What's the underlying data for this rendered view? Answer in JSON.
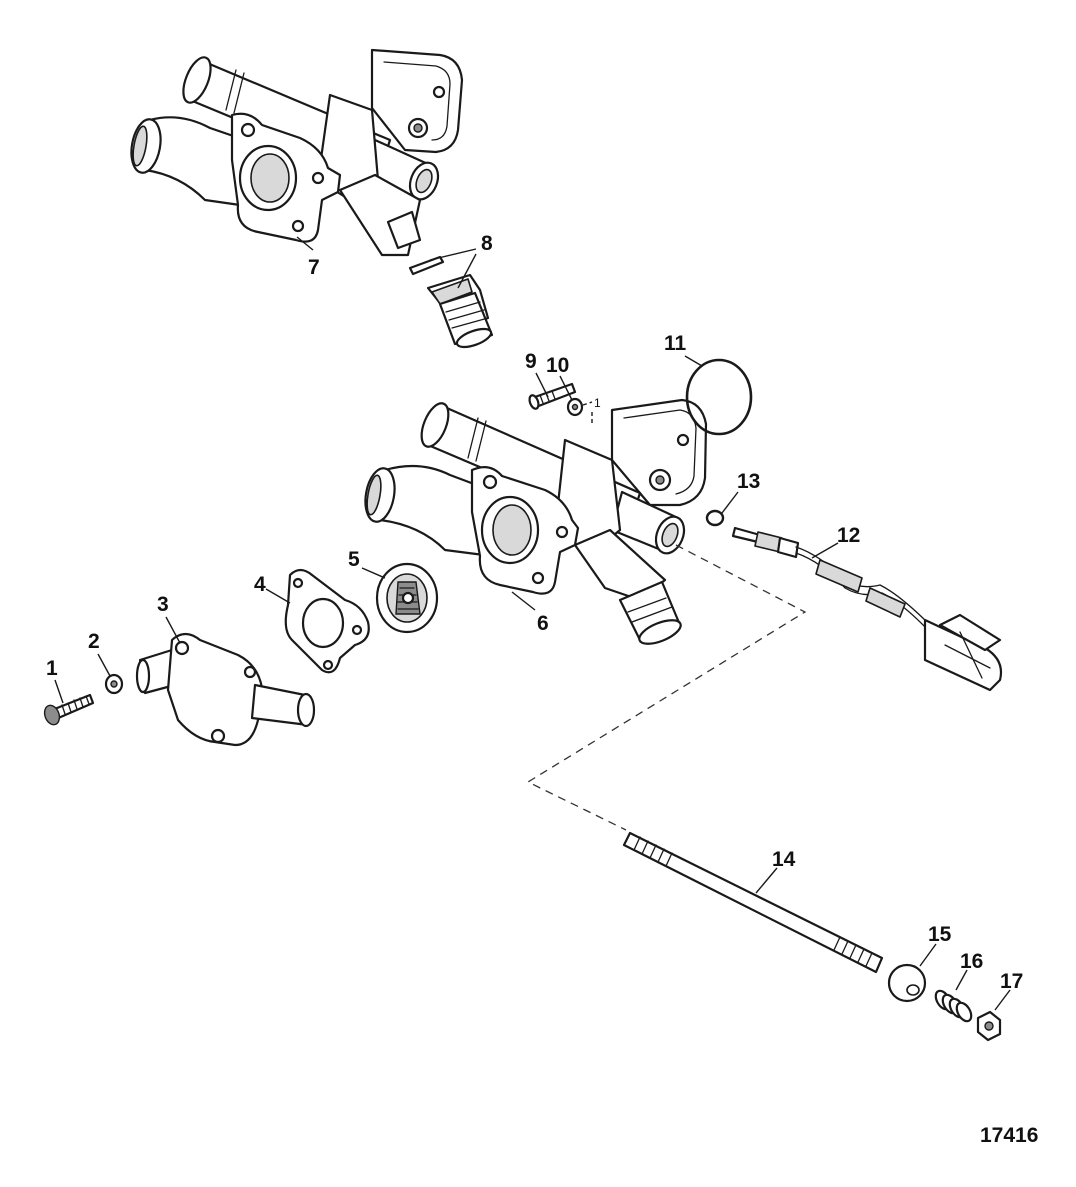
{
  "figure_number": "17416",
  "callouts": [
    {
      "id": "1",
      "part": "bolt"
    },
    {
      "id": "2",
      "part": "washer"
    },
    {
      "id": "3",
      "part": "thermostat-cover"
    },
    {
      "id": "4",
      "part": "gasket"
    },
    {
      "id": "5",
      "part": "thermostat"
    },
    {
      "id": "6",
      "part": "thermostat-housing"
    },
    {
      "id": "7",
      "part": "thermostat-housing-alt"
    },
    {
      "id": "8",
      "part": "fitting-with-pin"
    },
    {
      "id": "9",
      "part": "screw"
    },
    {
      "id": "10",
      "part": "washer"
    },
    {
      "id": "11",
      "part": "o-ring"
    },
    {
      "id": "12",
      "part": "temperature-sensor-harness"
    },
    {
      "id": "13",
      "part": "sealing-washer"
    },
    {
      "id": "14",
      "part": "stud"
    },
    {
      "id": "15",
      "part": "ball"
    },
    {
      "id": "16",
      "part": "spring"
    },
    {
      "id": "17",
      "part": "nut"
    }
  ],
  "note_marker": "1"
}
